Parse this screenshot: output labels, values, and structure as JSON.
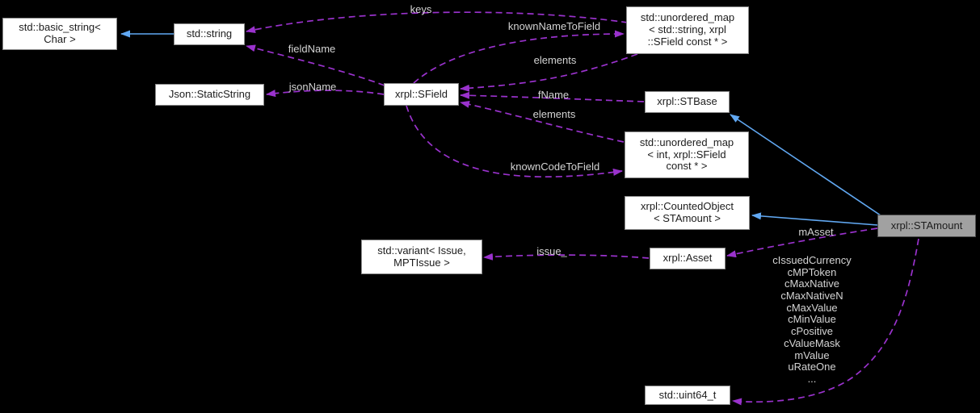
{
  "diagram_type": "collaboration-graph",
  "colors": {
    "background": "#000000",
    "edge-usage": "#9a32cd",
    "edge-inheritance": "#61a8f2",
    "node-fill": "#ffffff",
    "node-border": "#8a8a8a",
    "node-text": "#1c1c1c",
    "highlight-fill": "#a1a1a1",
    "highlight-border": "#4d4d4d",
    "edge-label": "#d4d4d4"
  },
  "nodes": {
    "basic_string": {
      "label": "std::basic_string<\nChar >"
    },
    "string": {
      "label": "std::string"
    },
    "static_string": {
      "label": "Json::StaticString"
    },
    "sfield": {
      "label": "xrpl::SField"
    },
    "map_string_sfield": {
      "label": "std::unordered_map\n< std::string, xrpl\n::SField const * >"
    },
    "stbase": {
      "label": "xrpl::STBase"
    },
    "map_int_sfield": {
      "label": "std::unordered_map\n< int, xrpl::SField\nconst * >"
    },
    "counted_object": {
      "label": "xrpl::CountedObject\n< STAmount >"
    },
    "stamount": {
      "label": "xrpl::STAmount"
    },
    "variant": {
      "label": "std::variant< Issue,\nMPTIssue >"
    },
    "asset": {
      "label": "xrpl::Asset"
    },
    "uint64": {
      "label": "std::uint64_t"
    }
  },
  "edge_labels": {
    "keys": "keys",
    "known_name_to_field": "knownNameToField",
    "field_name": "fieldName",
    "elements_top": "elements",
    "json_name": "jsonName",
    "f_name": "fName",
    "elements_mid": "elements",
    "known_code_to_field": "knownCodeToField",
    "m_asset": "mAsset",
    "issue": "issue_",
    "stamount_members": "cIssuedCurrency\ncMPToken\ncMaxNative\ncMaxNativeN\ncMaxValue\ncMinValue\ncPositive\ncValueMask\nmValue\nuRateOne\n..."
  }
}
